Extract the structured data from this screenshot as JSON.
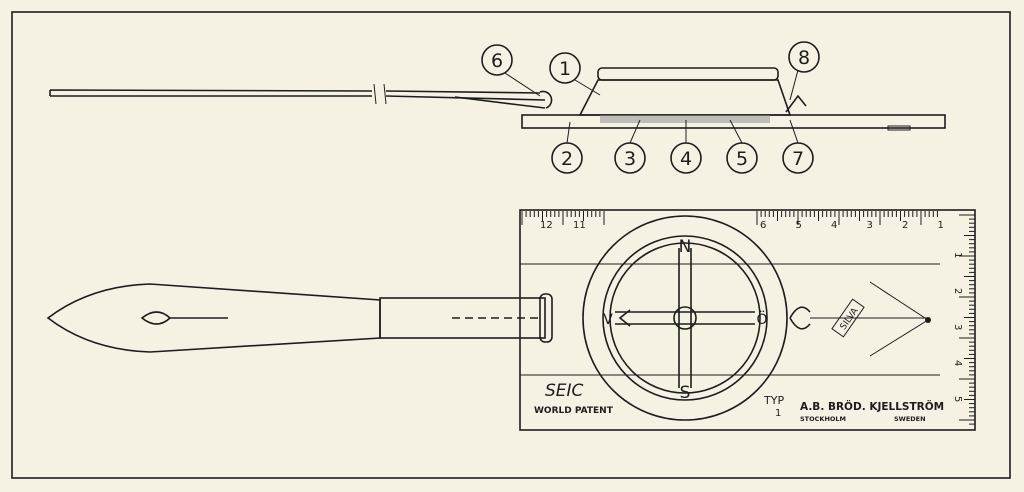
{
  "callouts": [
    "1",
    "2",
    "3",
    "4",
    "5",
    "6",
    "7",
    "8"
  ],
  "compass": {
    "north": "N",
    "south": "S",
    "west": "V",
    "east": "Ö"
  },
  "ruler_top_left": [
    "12",
    "11"
  ],
  "ruler_top_right": [
    "6",
    "5",
    "4",
    "3",
    "2",
    "1"
  ],
  "ruler_side": [
    "1",
    "2",
    "3",
    "4",
    "5"
  ],
  "brand": {
    "logo": "SEIC",
    "patent": "WORLD PATENT",
    "type_label": "TYP",
    "type_number": "1",
    "maker": "A.B. BRÖD. KJELLSTRÖM",
    "city": "STOCKHOLM",
    "country": "SWEDEN",
    "emblem": "SILVA"
  },
  "colors": {
    "paper": "#f5f1e3",
    "ink": "#1d1d1d"
  }
}
